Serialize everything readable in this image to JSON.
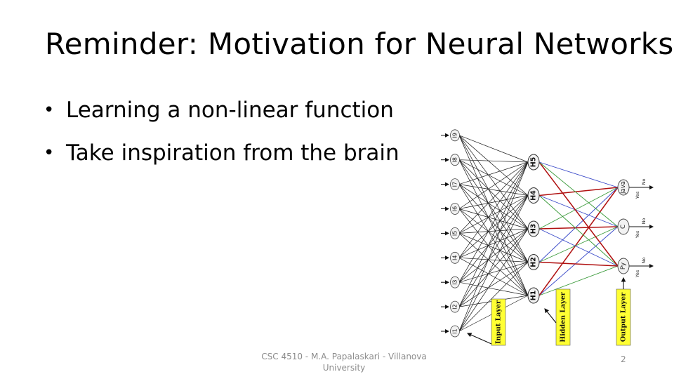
{
  "slide": {
    "title": "Reminder: Motivation for Neural Networks",
    "bullets": [
      "Learning a non-linear function",
      "Take inspiration from the brain"
    ],
    "footer": "CSC 4510 - M.A. Papalaskari - Villanova University",
    "page_number": "2"
  },
  "diagram": {
    "input_nodes": [
      "I1",
      "I2",
      "I3",
      "I4",
      "I5",
      "I6",
      "I7",
      "I8",
      "I9"
    ],
    "hidden_nodes": [
      "H1",
      "H2",
      "H3",
      "H4",
      "H5"
    ],
    "output_nodes": [
      "Py",
      "C",
      "Java"
    ],
    "output_yes": "Yes",
    "output_no": "No",
    "layer_labels": {
      "input": "Input Layer",
      "hidden": "Hidden Layer",
      "output": "Output Layer"
    },
    "colors": {
      "edge_input_hidden": "#1a1a1a",
      "edge_green": "#3a9a3a",
      "edge_red": "#b01010",
      "edge_blue": "#3848c8",
      "label_box": "#ffff33",
      "node_fill": "#f2f2f2"
    }
  }
}
